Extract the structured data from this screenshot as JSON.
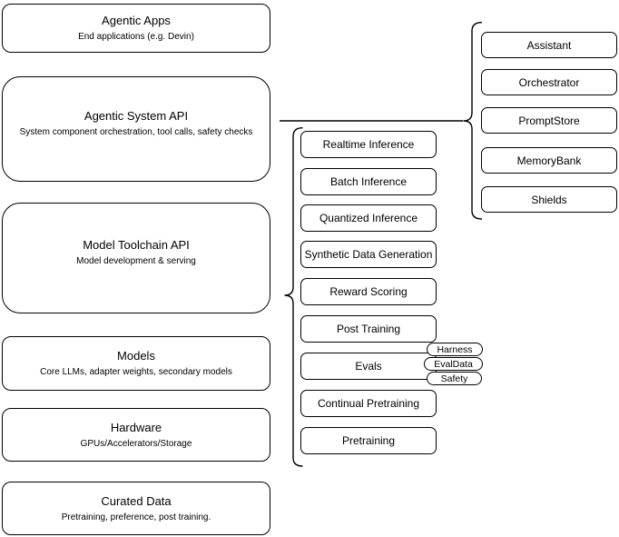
{
  "diagram": {
    "background_color": "#ffffff",
    "node_fill": "#ffffff",
    "node_stroke": "#000000",
    "left_stack": [
      {
        "title": "Agentic Apps",
        "subtitle": "End applications (e.g. Devin)"
      },
      {
        "title": "Agentic System API",
        "subtitle": "System component orchestration, tool calls, safety checks"
      },
      {
        "title": "Model Toolchain API",
        "subtitle": "Model development & serving"
      },
      {
        "title": "Models",
        "subtitle": "Core LLMs, adapter weights, secondary models"
      },
      {
        "title": "Hardware",
        "subtitle": "GPUs/Accelerators/Storage"
      },
      {
        "title": "Curated Data",
        "subtitle": "Pretraining, preference, post training."
      }
    ],
    "toolchain_components": [
      "Realtime Inference",
      "Batch Inference",
      "Quantized Inference",
      "Synthetic Data Generation",
      "Reward Scoring",
      "Post Training",
      "Evals",
      "Continual Pretraining",
      "Pretraining"
    ],
    "eval_tags": [
      "Harness",
      "EvalData",
      "Safety"
    ],
    "system_components": [
      "Assistant",
      "Orchestrator",
      "PromptStore",
      "MemoryBank",
      "Shields"
    ]
  }
}
